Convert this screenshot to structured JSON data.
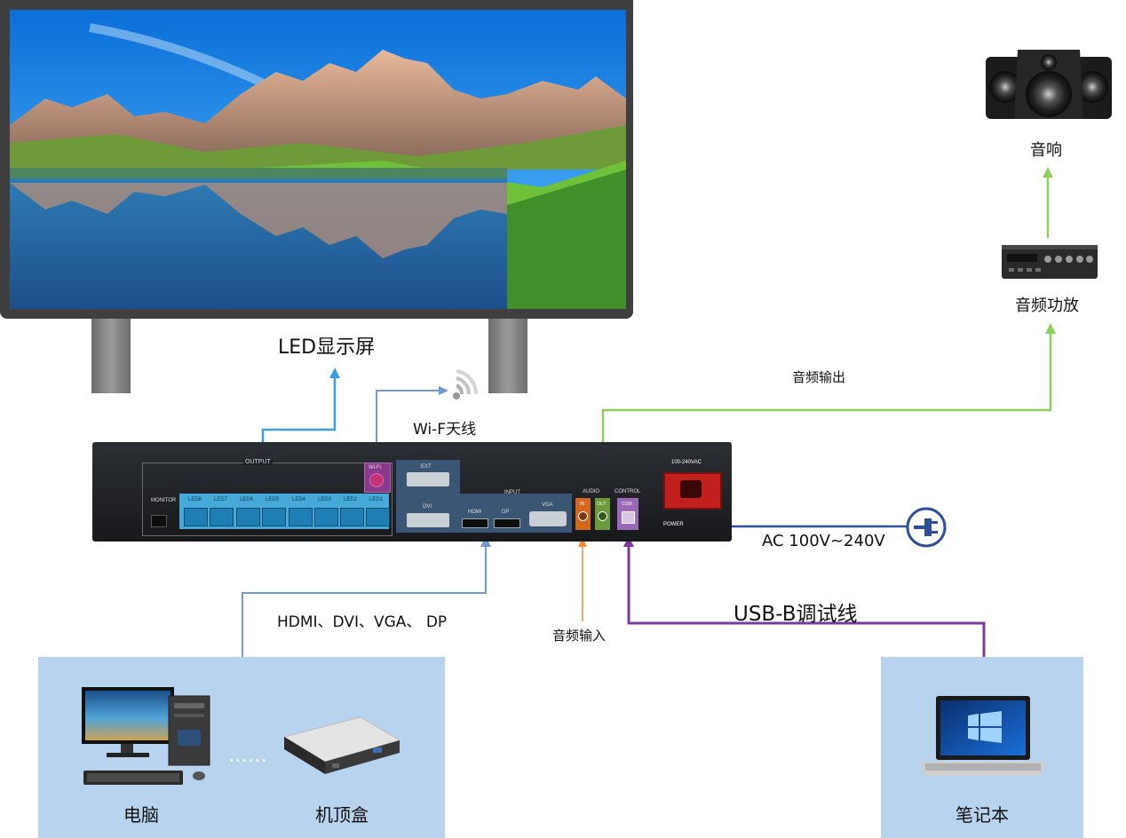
{
  "screen": {
    "label": "LED显示屏"
  },
  "wifi": {
    "label": "Wi-F天线"
  },
  "speaker": {
    "label": "音响"
  },
  "amplifier": {
    "label": "音频功放"
  },
  "audio_output": {
    "label": "音频输出"
  },
  "audio_input": {
    "label": "音频输入"
  },
  "power": {
    "label": "AC 100V~240V"
  },
  "video_inputs": {
    "label": "HDMI、DVI、VGA、 DP"
  },
  "usb_cable": {
    "label": "USB-B调试线"
  },
  "sources": {
    "pc_label": "电脑",
    "stb_label": "机顶盒",
    "dots": "......"
  },
  "laptop": {
    "label": "笔记本"
  },
  "controller": {
    "monitor": "MONITOR",
    "output": "OUTPUT",
    "led_ports": [
      "LED8",
      "LED7",
      "LED6",
      "LED5",
      "LED4",
      "LED3",
      "LED2",
      "LED1"
    ],
    "wifi_port": "Wi-Fi",
    "ext": "EXT",
    "input": "INPUT",
    "dvi": "DVI",
    "hdmi": "HDMI",
    "dp": "DP",
    "vga": "VGA",
    "audio": "AUDIO",
    "audio_in": "IN",
    "audio_out": "OUT",
    "control": "CONTROL",
    "com": "COM",
    "voltage": "100-240VAC",
    "power": "POWER"
  },
  "colors": {
    "led_line": "#3aa0dc",
    "wifi_line": "#6f9ad0",
    "audio_out_line": "#8ccf5a",
    "audio_in_line": "#f08c3c",
    "power_line": "#2e4f9a",
    "usb_line": "#7a3aa3",
    "panel": "#b8d3ee"
  }
}
